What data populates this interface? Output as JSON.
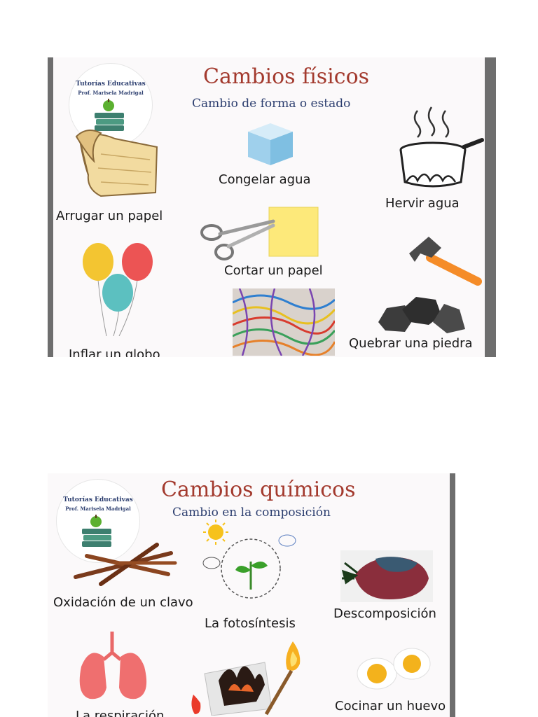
{
  "logo": {
    "line1": "Tutorías Educativas",
    "line2": "Prof. Marisela Madrigal"
  },
  "physical": {
    "title": "Cambios físicos",
    "subtitle": "Cambio de forma o estado",
    "items": {
      "congelar": "Congelar agua",
      "hervir": "Hervir agua",
      "arrugar": "Arrugar un papel",
      "cortar": "Cortar un papel",
      "quebrar": "Quebrar una piedra",
      "inflar": "Inflar un globo"
    }
  },
  "chemical": {
    "title": "Cambios químicos",
    "subtitle": "Cambio en la composición",
    "items": {
      "oxidacion": "Oxidación de un clavo",
      "fotosintesis": "La fotosíntesis",
      "descomposicion": "Descomposición",
      "respiracion": "La respiración",
      "cocinar": "Cocinar un huevo"
    }
  }
}
